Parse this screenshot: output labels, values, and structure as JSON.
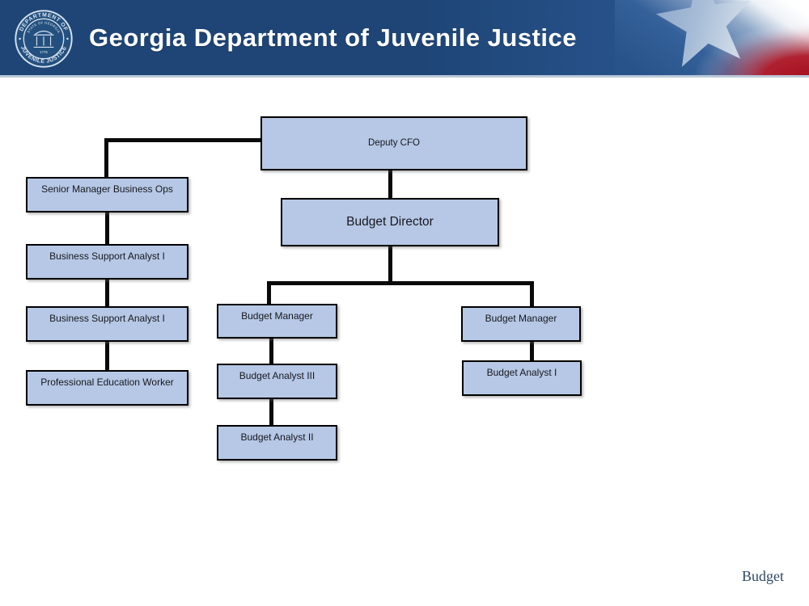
{
  "slide": {
    "header": {
      "title": "Georgia Department of Juvenile Justice",
      "seal": {
        "ring_top_text": "DEPARTMENT OF",
        "ring_bottom_text": "JUVENILE JUSTICE",
        "inner_arc_text": "STATE OF GEORGIA",
        "inner_year_text": "1776"
      },
      "colors": {
        "banner_blue": "#1e4576",
        "star_blue": "#9db3d2",
        "flag_red": "#ae1120"
      }
    },
    "footer": {
      "label": "Budget"
    }
  },
  "org_chart": {
    "type": "org-chart",
    "box_fill": "#b6c8e6",
    "box_border": "#000000",
    "nodes": {
      "deputy_cfo": {
        "label": "Deputy CFO",
        "reports_to": null
      },
      "budget_director": {
        "label": "Budget Director",
        "reports_to": "Deputy CFO"
      },
      "senior_manager_business_ops": {
        "label": "Senior Manager Business Ops",
        "reports_to": "Deputy CFO"
      },
      "business_support_analyst_i_a": {
        "label": "Business Support Analyst I",
        "reports_to": "Senior Manager Business Ops"
      },
      "business_support_analyst_i_b": {
        "label": "Business Support Analyst I",
        "reports_to": "Business Support Analyst I"
      },
      "professional_education_worker": {
        "label": "Professional Education Worker",
        "reports_to": "Business Support Analyst I"
      },
      "budget_manager_left": {
        "label": "Budget Manager",
        "reports_to": "Budget Director"
      },
      "budget_analyst_iii": {
        "label": "Budget Analyst III",
        "reports_to": "Budget Manager"
      },
      "budget_analyst_ii": {
        "label": "Budget Analyst II",
        "reports_to": "Budget Analyst III"
      },
      "budget_manager_right": {
        "label": "Budget Manager",
        "reports_to": "Budget Director"
      },
      "budget_analyst_i": {
        "label": "Budget Analyst I",
        "reports_to": "Budget Manager"
      }
    }
  }
}
